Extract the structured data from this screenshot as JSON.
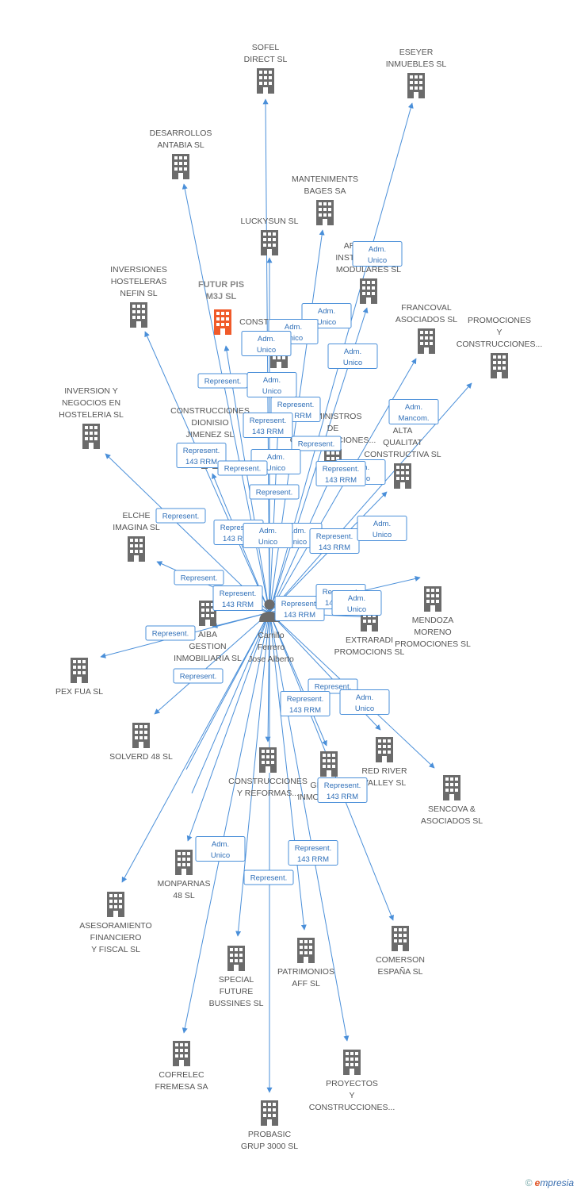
{
  "colors": {
    "edge": "#4a8fd9",
    "building": "#6b6b6b",
    "focus": "#f05a2a",
    "label": "#555555",
    "relation_text": "#2f6fb8"
  },
  "focus_company": {
    "name": [
      "FUTUR PIS",
      "M3J SL"
    ],
    "icon": "building-icon"
  },
  "person": {
    "name": [
      "Carrillo",
      "Ferrero",
      "Jose Alberto"
    ],
    "icon": "person-icon"
  },
  "companies": [
    {
      "id": "c1",
      "name": [
        "SOFEL",
        "DIRECT SL"
      ]
    },
    {
      "id": "c2",
      "name": [
        "ESEYER",
        "INMUEBLES SL"
      ]
    },
    {
      "id": "c3",
      "name": [
        "DESARROLLOS",
        "ANTABIA SL"
      ]
    },
    {
      "id": "c4",
      "name": [
        "MANTENIMENTS",
        "BAGES SA"
      ]
    },
    {
      "id": "c5",
      "name": [
        "LUCKYSUN SL"
      ]
    },
    {
      "id": "c6",
      "name": [
        "ARQUITECT.",
        "INSTALACIONES",
        "MODULARES SL"
      ]
    },
    {
      "id": "c7",
      "name": [
        "INVERSIONES",
        "HOSTELERAS",
        "NEFIN SL"
      ]
    },
    {
      "id": "c8",
      "name": [
        "FRANCOVAL",
        "ASOCIADOS SL"
      ]
    },
    {
      "id": "c9",
      "name": [
        "PROMOCIONES",
        "Y",
        "CONSTRUCCIONES..."
      ]
    },
    {
      "id": "c10",
      "name": [
        "CONSTRUCCIONES",
        "SARRUZA SL"
      ]
    },
    {
      "id": "c11",
      "name": [
        "INVERSION Y",
        "NEGOCIOS EN",
        "HOSTELERIA SL"
      ]
    },
    {
      "id": "c12",
      "name": [
        "CONSTRUCCIONES",
        "DIONISIO",
        "JIMENEZ SL"
      ]
    },
    {
      "id": "c13",
      "name": [
        "SUMINISTROS",
        "DE",
        "CONSTRUCCIONES..."
      ]
    },
    {
      "id": "c14",
      "name": [
        "ALTA",
        "QUALITAT",
        "CONSTRUCTIVA SL"
      ]
    },
    {
      "id": "c15",
      "name": [
        "ELCHE",
        "IMAGINA SL"
      ]
    },
    {
      "id": "c16",
      "name": [
        "MENDOZA",
        "MORENO",
        "PROMOCIONES SL"
      ]
    },
    {
      "id": "c17",
      "name": [
        "AIBA",
        "GESTION",
        "INMOBILIARIA SL"
      ]
    },
    {
      "id": "c18",
      "name": [
        "EXTRARADI",
        "PROMOCIONS SL"
      ]
    },
    {
      "id": "c19",
      "name": [
        "PEX FUA SL"
      ]
    },
    {
      "id": "c20",
      "name": [
        "SOLVERD 48 SL"
      ]
    },
    {
      "id": "c21",
      "name": [
        "RED RIVER",
        "VALLEY SL"
      ]
    },
    {
      "id": "c22",
      "name": [
        "SENCOVA &",
        "ASOCIADOS SL"
      ]
    },
    {
      "id": "c23",
      "name": [
        "CONSTRUCCIONES",
        "Y REFORMAS..."
      ]
    },
    {
      "id": "c24",
      "name": [
        "GESTION",
        "INMOBILIARIA..."
      ]
    },
    {
      "id": "c25",
      "name": [
        "MONPARNAS",
        "48 SL"
      ]
    },
    {
      "id": "c26",
      "name": [
        "ASESORAMIENTO",
        "FINANCIERO",
        "Y FISCAL SL"
      ]
    },
    {
      "id": "c27",
      "name": [
        "COMERSON",
        "ESPAÑA SL"
      ]
    },
    {
      "id": "c28",
      "name": [
        "SPECIAL",
        "FUTURE",
        "BUSSINES SL"
      ]
    },
    {
      "id": "c29",
      "name": [
        "PATRIMONIOS",
        "AFF SL"
      ]
    },
    {
      "id": "c30",
      "name": [
        "COFRELEC",
        "FREMESA SA"
      ]
    },
    {
      "id": "c31",
      "name": [
        "PROYECTOS",
        "Y",
        "CONSTRUCCIONES..."
      ]
    },
    {
      "id": "c32",
      "name": [
        "PROBASIC",
        "GRUP 3000 SL"
      ]
    }
  ],
  "relation_labels": [
    {
      "id": "r1",
      "lines": [
        "Adm.",
        "Unico"
      ]
    },
    {
      "id": "r2",
      "lines": [
        "Adm.",
        "Unico"
      ]
    },
    {
      "id": "r3",
      "lines": [
        "Adm.",
        "Unico"
      ]
    },
    {
      "id": "r4",
      "lines": [
        "Adm.",
        "Unico"
      ]
    },
    {
      "id": "r5",
      "lines": [
        "Adm.",
        "Unico"
      ]
    },
    {
      "id": "r6",
      "lines": [
        "Adm.",
        "Unico"
      ]
    },
    {
      "id": "r7",
      "lines": [
        "Represent."
      ]
    },
    {
      "id": "r8",
      "lines": [
        "Represent.",
        "143 RRM"
      ]
    },
    {
      "id": "r9",
      "lines": [
        "Represent.",
        "143 RRM"
      ]
    },
    {
      "id": "r10",
      "lines": [
        "Adm.",
        "Mancom."
      ]
    },
    {
      "id": "r11",
      "lines": [
        "Represent."
      ]
    },
    {
      "id": "r12",
      "lines": [
        "Represent.",
        "143 RRM"
      ]
    },
    {
      "id": "r13",
      "lines": [
        "Adm.",
        "Unico"
      ]
    },
    {
      "id": "r14",
      "lines": [
        "Represent."
      ]
    },
    {
      "id": "r15",
      "lines": [
        "Adm.",
        "Unico"
      ]
    },
    {
      "id": "r16",
      "lines": [
        "Represent."
      ]
    },
    {
      "id": "r17",
      "lines": [
        "Represent.",
        "143 RRM"
      ]
    },
    {
      "id": "r18",
      "lines": [
        "Adm.",
        "Unico"
      ]
    },
    {
      "id": "r19",
      "lines": [
        "Represent.",
        "143 RRM"
      ]
    },
    {
      "id": "r20",
      "lines": [
        "Represent.",
        "143 RRM"
      ]
    },
    {
      "id": "r21",
      "lines": [
        "Represent."
      ]
    },
    {
      "id": "r22",
      "lines": [
        "Adm.",
        "Unico"
      ]
    },
    {
      "id": "r23",
      "lines": [
        "Adm.",
        "Unico"
      ]
    },
    {
      "id": "r24",
      "lines": [
        "Represent."
      ]
    },
    {
      "id": "r25",
      "lines": [
        "Represent.",
        "143 RRM"
      ]
    },
    {
      "id": "r26",
      "lines": [
        "Represent.",
        "143 RRM"
      ]
    },
    {
      "id": "r27",
      "lines": [
        "Represent.",
        "143 RRM"
      ]
    },
    {
      "id": "r28",
      "lines": [
        "Adm.",
        "Unico"
      ]
    },
    {
      "id": "r29",
      "lines": [
        "Represent."
      ]
    },
    {
      "id": "r30",
      "lines": [
        "Represent."
      ]
    },
    {
      "id": "r31",
      "lines": [
        "Represent."
      ]
    },
    {
      "id": "r32",
      "lines": [
        "Represent.",
        "143 RRM"
      ]
    },
    {
      "id": "r33",
      "lines": [
        "Adm.",
        "Unico"
      ]
    },
    {
      "id": "r34",
      "lines": [
        "Represent.",
        "143 RRM"
      ]
    },
    {
      "id": "r35",
      "lines": [
        "Represent.",
        "143 RRM"
      ]
    },
    {
      "id": "r36",
      "lines": [
        "Adm.",
        "Unico"
      ]
    },
    {
      "id": "r37",
      "lines": [
        "Represent."
      ]
    }
  ],
  "footer": {
    "copyright": "©",
    "brand_e": "e",
    "brand_rest": "mpresia"
  }
}
